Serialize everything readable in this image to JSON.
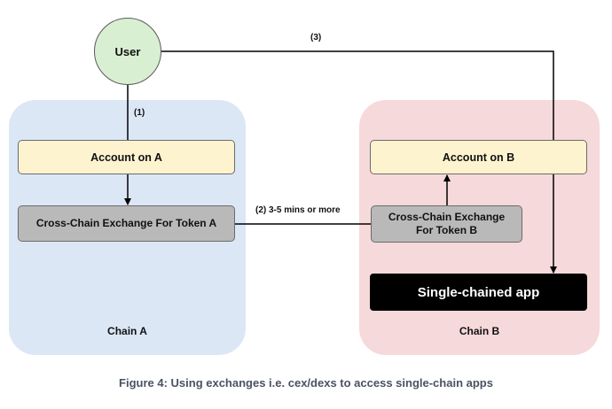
{
  "nodes": {
    "user": "User",
    "account_a": "Account on A",
    "account_b": "Account on B",
    "exchange_a": "Cross-Chain Exchange For Token A",
    "exchange_b_line1": "Cross-Chain Exchange",
    "exchange_b_line2": "For Token B",
    "app": "Single-chained app"
  },
  "chains": {
    "a": "Chain A",
    "b": "Chain B"
  },
  "edges": {
    "step1": "(1)",
    "step2": "(2) 3-5 mins or more",
    "step3": "(3)"
  },
  "caption": "Figure 4: Using exchanges i.e. cex/dexs to access single-chain apps",
  "colors": {
    "chain_a_bg": "#dce7f6",
    "chain_b_bg": "#f6d9da",
    "user_bg": "#d9efd2",
    "account_bg": "#fdf3cf",
    "exchange_bg": "#b9b9b9",
    "app_bg": "#000000"
  }
}
